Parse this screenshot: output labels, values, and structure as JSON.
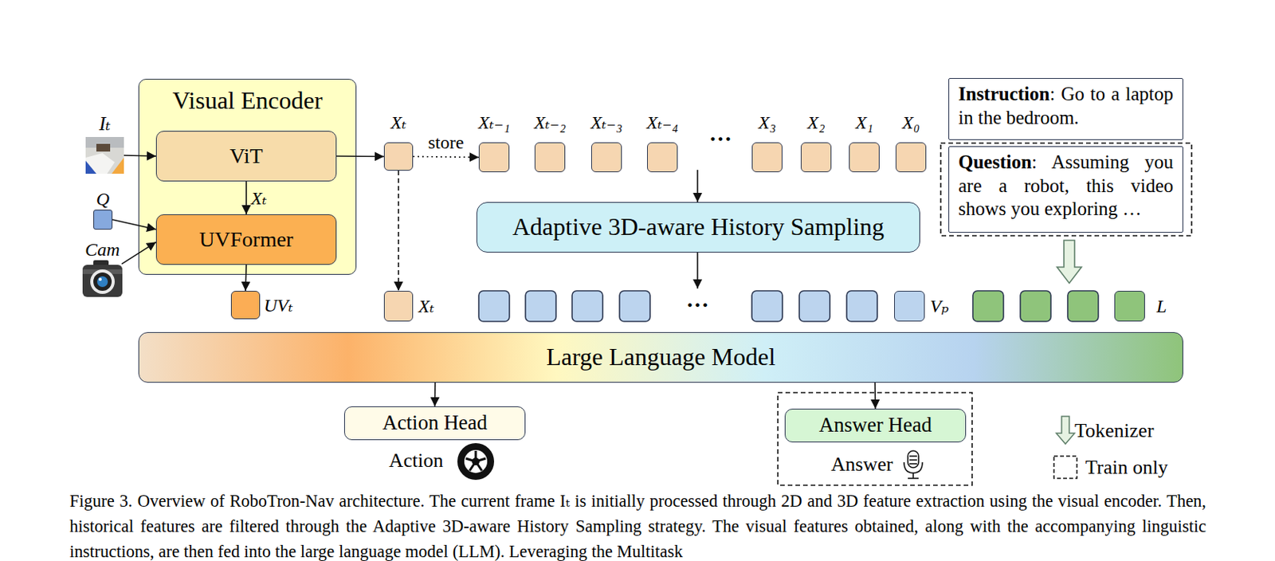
{
  "diagram": {
    "caption": "Figure 3. Overview of RoboTron-Nav architecture. The current frame Iₜ is initially processed through 2D and 3D feature extraction using the visual encoder. Then, historical features are filtered through the Adaptive 3D-aware History Sampling strategy. The visual features obtained, along with the accompanying linguistic instructions, are then fed into the large language model (LLM). Leveraging the Multitask",
    "nodes": [
      {
        "text": [
          "Iₜ"
        ]
      },
      {
        "text": [
          "Visual Encoder"
        ]
      },
      {
        "text": [
          "ViT"
        ],
        "in": 1
      },
      {
        "text": [
          "UVFormer"
        ],
        "in": 1
      },
      {
        "text": [
          "Q"
        ]
      },
      {
        "text": [
          "Cam"
        ]
      },
      {
        "text": [
          "UVₜ"
        ]
      },
      {
        "text": [
          "Xₜ"
        ]
      },
      {
        "text": [
          "Xₜ₋₁"
        ]
      },
      {
        "text": [
          "Xₜ₋₂"
        ]
      },
      {
        "text": [
          "Xₜ₋₃"
        ]
      },
      {
        "text": [
          "Xₜ₋₄"
        ]
      },
      {
        "text": [
          "X₃"
        ]
      },
      {
        "text": [
          "X₂"
        ]
      },
      {
        "text": [
          "X₁"
        ]
      },
      {
        "text": [
          "X₀"
        ]
      },
      {
        "text": [
          "Adaptive 3D-aware History Sampling"
        ]
      },
      {
        "text": [
          "Xₜ"
        ]
      },
      {
        "text": [
          "Vₚ"
        ]
      },
      {
        "text": [
          "L"
        ]
      },
      {
        "text": [
          "Instruction: Go to a laptop in the bedroom."
        ]
      },
      {
        "text": [
          "Question: Assuming you are a robot, this video shows you exploring …"
        ]
      },
      {
        "text": [
          "Large Language Model"
        ]
      },
      {
        "text": [
          "Action Head"
        ]
      },
      {
        "text": [
          "Answer Head"
        ]
      }
    ],
    "edges": [
      {
        "from": 0,
        "to": 2,
        "arrow": "to"
      },
      {
        "from": 4,
        "to": 3,
        "arrow": "to"
      },
      {
        "from": 5,
        "to": 3,
        "arrow": "to"
      },
      {
        "from": 2,
        "to": 3,
        "label": "Xₜ",
        "arrow": "to"
      },
      {
        "from": 2,
        "to": 7,
        "arrow": "to"
      },
      {
        "from": 3,
        "to": 6,
        "arrow": "to"
      },
      {
        "from": 7,
        "to": 8,
        "label": "store",
        "arrow": "to"
      },
      {
        "from": 7,
        "to": 17,
        "arrow": "to"
      },
      {
        "from": 22,
        "to": 23,
        "arrow": "to"
      },
      {
        "from": 22,
        "to": 24,
        "arrow": "to"
      }
    ],
    "labels": [
      "···",
      "···",
      "Action",
      "Answer"
    ],
    "legend": [
      {
        "text": "Tokenizer"
      },
      {
        "text": "Train only"
      }
    ]
  }
}
